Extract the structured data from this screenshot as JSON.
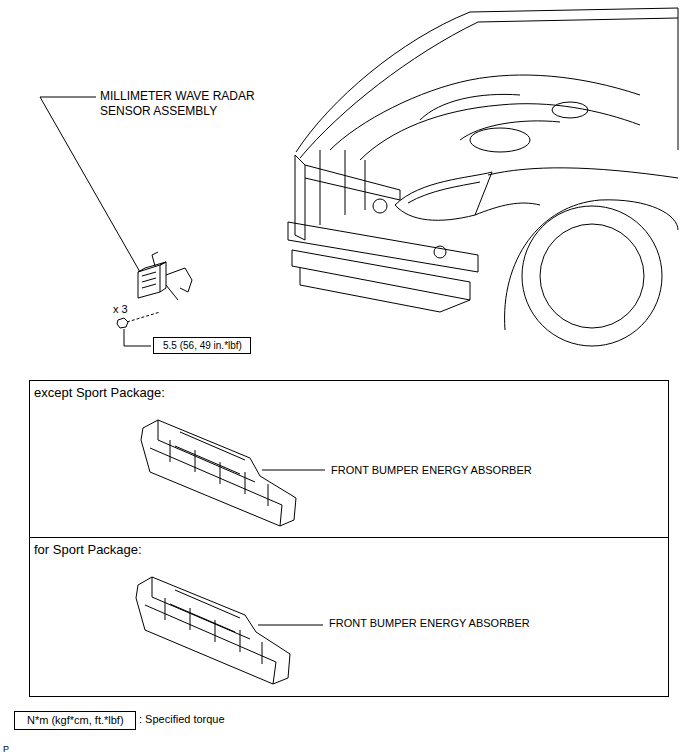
{
  "diagram": {
    "nodes": [
      {
        "text": [
          "5.5 (56, 49 in.*lbf)"
        ]
      },
      {
        "text": [
          "except Sport Package:",
          "FRONT BUMPER ENERGY ABSORBER"
        ]
      },
      {
        "text": [
          "for Sport Package:",
          "FRONT BUMPER ENERGY ABSORBER"
        ]
      },
      {
        "text": [
          "N*m (kgf*cm, ft.*lbf)"
        ]
      }
    ],
    "labels": [
      "MILLIMETER WAVE RADAR SENSOR ASSEMBLY",
      "x 3",
      ": Specified torque",
      "P"
    ]
  }
}
